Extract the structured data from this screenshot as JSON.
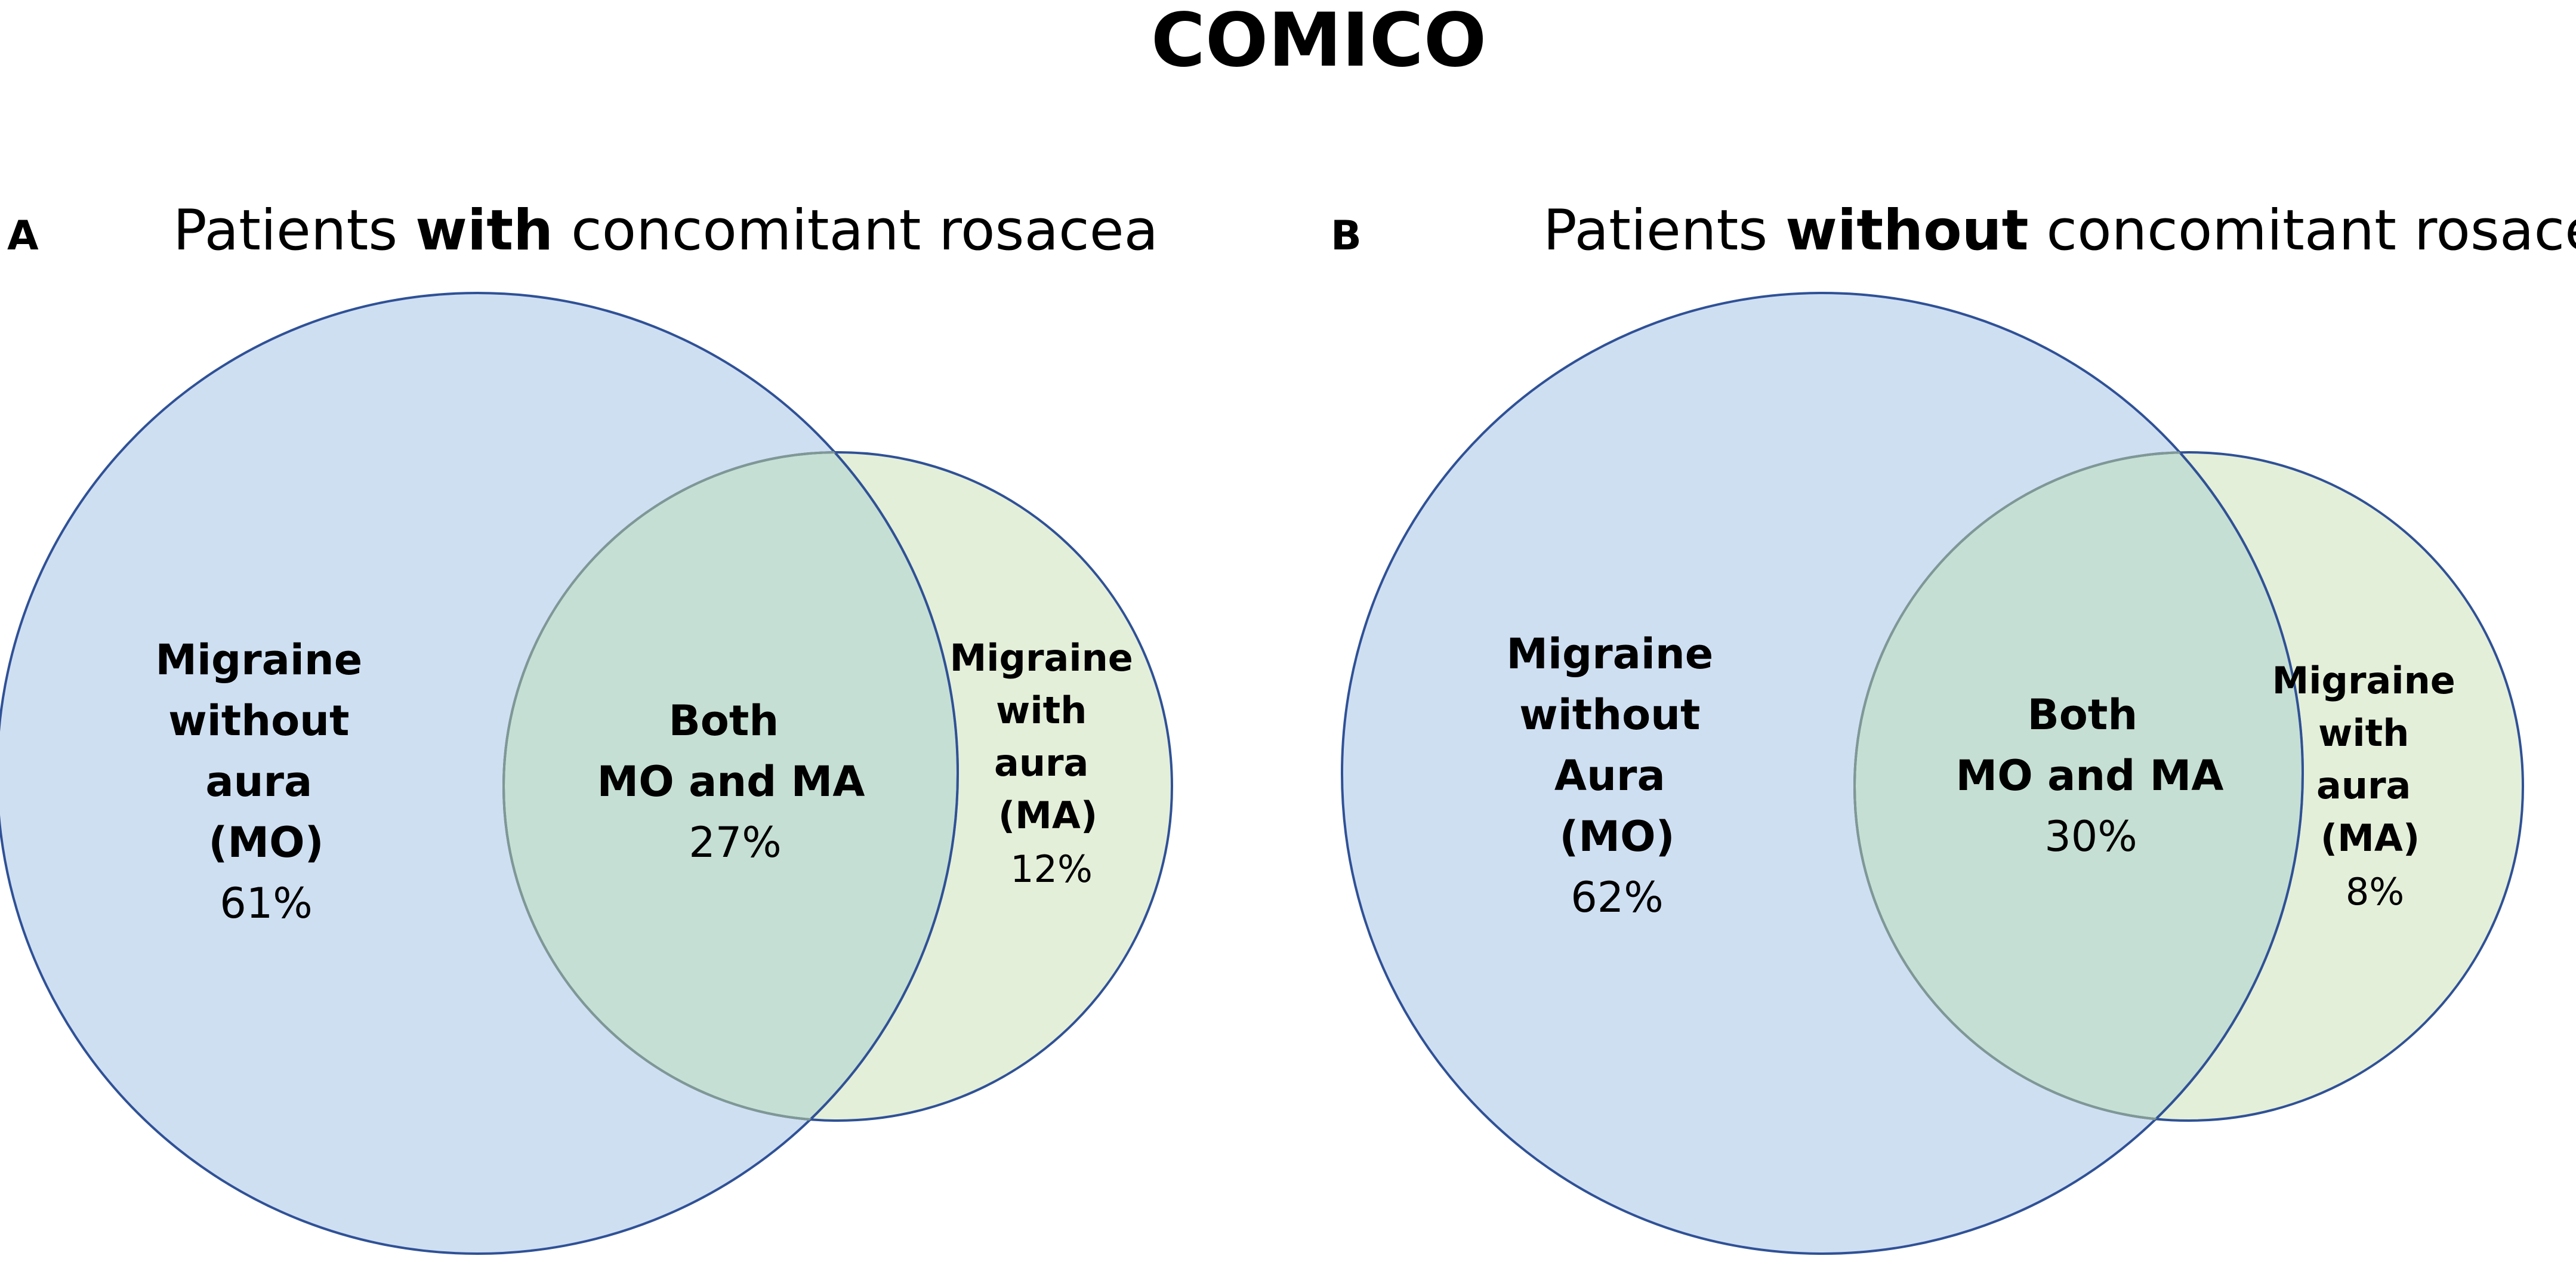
{
  "title": "COMICO",
  "colors": {
    "mo_fill": "#cfdff2",
    "ma_fill": "#e4efda",
    "overlap_fill": "#c6dfd4",
    "mo_stroke": "#2f5196",
    "ma_stroke": "#2f5196",
    "overlap_stroke": "#7f9895"
  },
  "panels": [
    {
      "letter": "A",
      "subtitle_pre": "Patients ",
      "subtitle_em": "with",
      "subtitle_post": " concomitant rosacea",
      "mo": {
        "lines": [
          "Migraine",
          "without",
          "aura",
          "(MO)"
        ],
        "value": "61%"
      },
      "both": {
        "lines": [
          "Both",
          "MO and MA"
        ],
        "value": "27%"
      },
      "ma": {
        "lines": [
          "Migraine",
          "with",
          "aura",
          "(MA)"
        ],
        "value": "12%"
      }
    },
    {
      "letter": "B",
      "subtitle_pre": "Patients ",
      "subtitle_em": "without",
      "subtitle_post": " concomitant rosacea",
      "mo": {
        "lines": [
          "Migraine",
          "without",
          "Aura",
          "(MO)"
        ],
        "value": "62%"
      },
      "both": {
        "lines": [
          "Both",
          "MO and MA"
        ],
        "value": "30%"
      },
      "ma": {
        "lines": [
          "Migraine",
          "with",
          "aura",
          "(MA)"
        ],
        "value": "8%"
      }
    }
  ]
}
